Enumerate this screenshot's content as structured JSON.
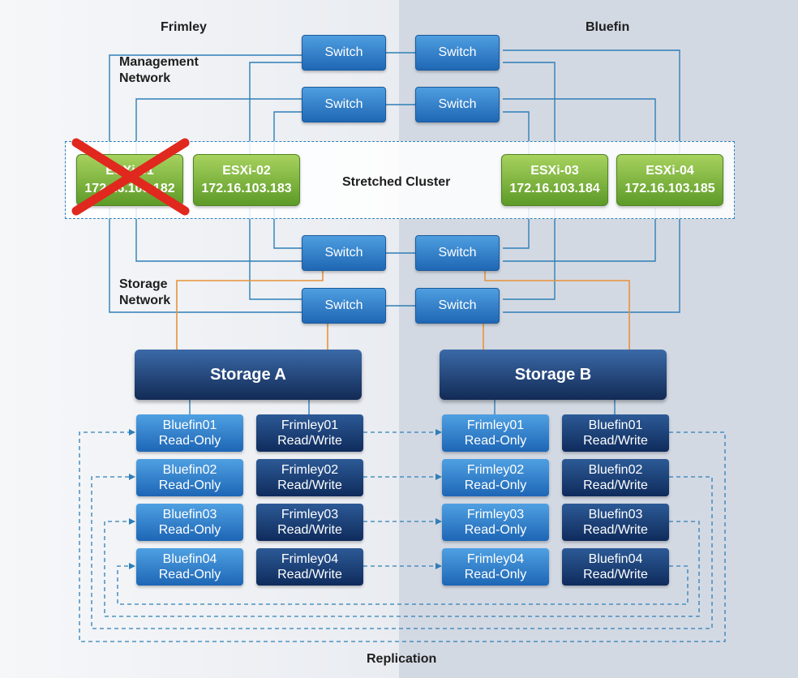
{
  "sites": {
    "left": "Frimley",
    "right": "Bluefin"
  },
  "networks": {
    "management_line1": "Management",
    "management_line2": "Network",
    "storage_line1": "Storage",
    "storage_line2": "Network"
  },
  "cluster_label": "Stretched Cluster",
  "switch_label": "Switch",
  "hosts": [
    {
      "name": "ESXi-01",
      "ip": "172.16.103.182",
      "failed": true,
      "failure_icon": "red-x-icon"
    },
    {
      "name": "ESXi-02",
      "ip": "172.16.103.183",
      "failed": false
    },
    {
      "name": "ESXi-03",
      "ip": "172.16.103.184",
      "failed": false
    },
    {
      "name": "ESXi-04",
      "ip": "172.16.103.185",
      "failed": false
    }
  ],
  "storage": {
    "a": "Storage A",
    "b": "Storage B"
  },
  "luns": {
    "a": [
      {
        "ro_name": "Bluefin01",
        "ro_mode": "Read-Only",
        "rw_name": "Frimley01",
        "rw_mode": "Read/Write"
      },
      {
        "ro_name": "Bluefin02",
        "ro_mode": "Read-Only",
        "rw_name": "Frimley02",
        "rw_mode": "Read/Write"
      },
      {
        "ro_name": "Bluefin03",
        "ro_mode": "Read-Only",
        "rw_name": "Frimley03",
        "rw_mode": "Read/Write"
      },
      {
        "ro_name": "Bluefin04",
        "ro_mode": "Read-Only",
        "rw_name": "Frimley04",
        "rw_mode": "Read/Write"
      }
    ],
    "b": [
      {
        "ro_name": "Frimley01",
        "ro_mode": "Read-Only",
        "rw_name": "Bluefin01",
        "rw_mode": "Read/Write"
      },
      {
        "ro_name": "Frimley02",
        "ro_mode": "Read-Only",
        "rw_name": "Bluefin02",
        "rw_mode": "Read/Write"
      },
      {
        "ro_name": "Frimley03",
        "ro_mode": "Read-Only",
        "rw_name": "Bluefin03",
        "rw_mode": "Read/Write"
      },
      {
        "ro_name": "Frimley04",
        "ro_mode": "Read-Only",
        "rw_name": "Bluefin04",
        "rw_mode": "Read/Write"
      }
    ]
  },
  "replication_label": "Replication",
  "colors": {
    "management_wire": "#2e7fb8",
    "storage_wire": "#e8923a",
    "replication_wire": "#2e7fb8",
    "failure_mark": "#e0281e"
  }
}
